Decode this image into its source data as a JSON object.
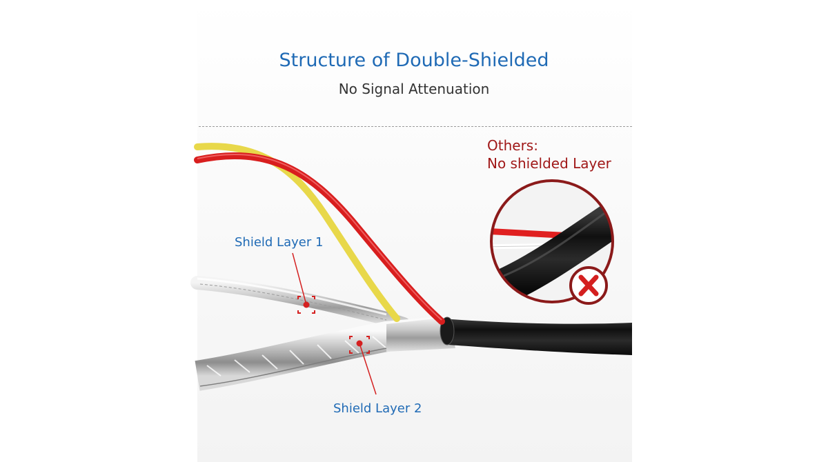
{
  "title": "Structure of Double-Shielded",
  "subtitle": "No Signal Attenuation",
  "callouts": {
    "layer1": "Shield Layer 1",
    "layer2": "Shield Layer 2"
  },
  "others": {
    "line1": "Others:",
    "line2": "No shielded Layer"
  },
  "colors": {
    "title_blue": "#1f6ab5",
    "others_red": "#a01818",
    "marker_red": "#d42020",
    "wire_red": "#d81e1e",
    "wire_yellow": "#e8d84a",
    "jacket_black": "#1a1a1a"
  },
  "icons": [
    "x-mark-icon",
    "focus-marker-icon"
  ]
}
